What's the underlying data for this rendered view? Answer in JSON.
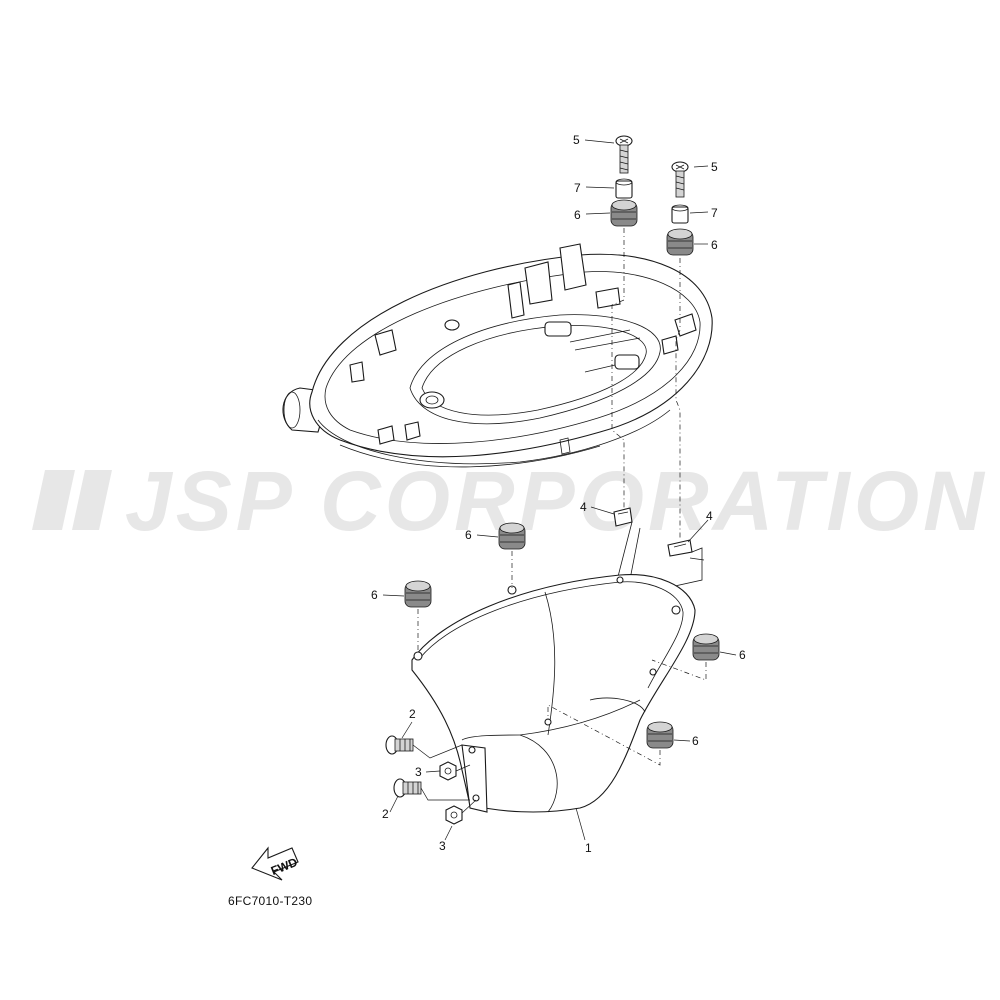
{
  "watermark": {
    "text": "JSP CORPORATION"
  },
  "diagram_code": "6FC7010-T230",
  "fwd_label": "FWD",
  "callouts": {
    "screw_top_left": "5",
    "screw_top_right": "5",
    "collar_left": "7",
    "collar_right": "7",
    "grommet_top_left": "6",
    "grommet_top_right": "6",
    "clip_left": "4",
    "clip_right": "4",
    "grommet_mid_left": "6",
    "grommet_far_left": "6",
    "grommet_right_upper": "6",
    "grommet_right_lower": "6",
    "bolt_upper": "2",
    "bolt_lower": "2",
    "nut_upper": "3",
    "nut_lower": "3",
    "lower_cover": "1"
  }
}
